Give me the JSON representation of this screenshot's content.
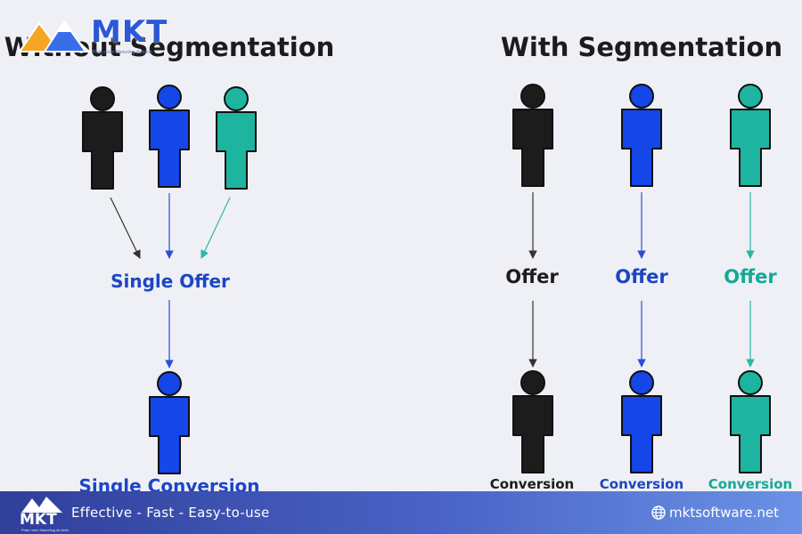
{
  "logo": {
    "text": "MKT",
    "tagline": "Phần mềm Marketing đa kênh"
  },
  "left": {
    "title": "Without Segmentation",
    "offer_label": "Single Offer",
    "conversion_label": "Single Conversion"
  },
  "right": {
    "title": "With Segmentation",
    "offer_label": "Offer",
    "conversion_label": "Conversion"
  },
  "colors": {
    "black": "#1c1c1c",
    "blue": "#1446e8",
    "teal": "#1db5a0",
    "label_blue": "#1e45c4",
    "label_teal": "#17a894",
    "arrow_black": "#333333",
    "arrow_blue": "#2c4fd6",
    "arrow_teal": "#2ab7a4"
  },
  "footer": {
    "logo_text": "MKT",
    "logo_sub": "Phần mềm Marketing đa kênh",
    "tagline": "Effective - Fast - Easy-to-use",
    "website": "mktsoftware.net",
    "website_icon": "globe-icon"
  }
}
